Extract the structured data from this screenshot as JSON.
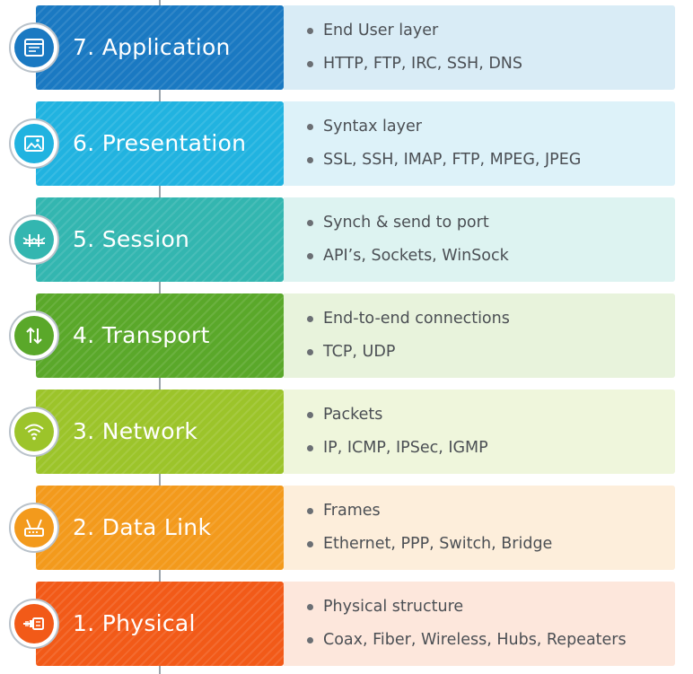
{
  "layers": [
    {
      "title": "7. Application",
      "bullets": [
        "End User layer",
        "HTTP, FTP, IRC, SSH, DNS"
      ],
      "icon": "window-icon",
      "band_color": "#1a79c2",
      "panel_color": "#d9ecf6"
    },
    {
      "title": "6. Presentation",
      "bullets": [
        "Syntax layer",
        "SSL, SSH, IMAP, FTP, MPEG, JPEG"
      ],
      "icon": "image-icon",
      "band_color": "#21b3e0",
      "panel_color": "#ddf2f9"
    },
    {
      "title": "5. Session",
      "bullets": [
        "Synch & send to port",
        "API’s, Sockets, WinSock"
      ],
      "icon": "bridge-icon",
      "band_color": "#33b6b0",
      "panel_color": "#ddf3f1"
    },
    {
      "title": "4. Transport",
      "bullets": [
        "End-to-end connections",
        "TCP, UDP"
      ],
      "icon": "up-down-arrows-icon",
      "band_color": "#5aa82a",
      "panel_color": "#e8f3dc"
    },
    {
      "title": "3. Network",
      "bullets": [
        "Packets",
        "IP, ICMP, IPSec, IGMP"
      ],
      "icon": "wifi-icon",
      "band_color": "#9cc42a",
      "panel_color": "#eff6dc"
    },
    {
      "title": "2. Data Link",
      "bullets": [
        "Frames",
        "Ethernet, PPP, Switch, Bridge"
      ],
      "icon": "router-icon",
      "band_color": "#f39a1c",
      "panel_color": "#fdeedb"
    },
    {
      "title": "1. Physical",
      "bullets": [
        "Physical structure",
        "Coax, Fiber, Wireless, Hubs, Repeaters"
      ],
      "icon": "cable-plug-icon",
      "band_color": "#f25a18",
      "panel_color": "#fde7dc"
    }
  ]
}
